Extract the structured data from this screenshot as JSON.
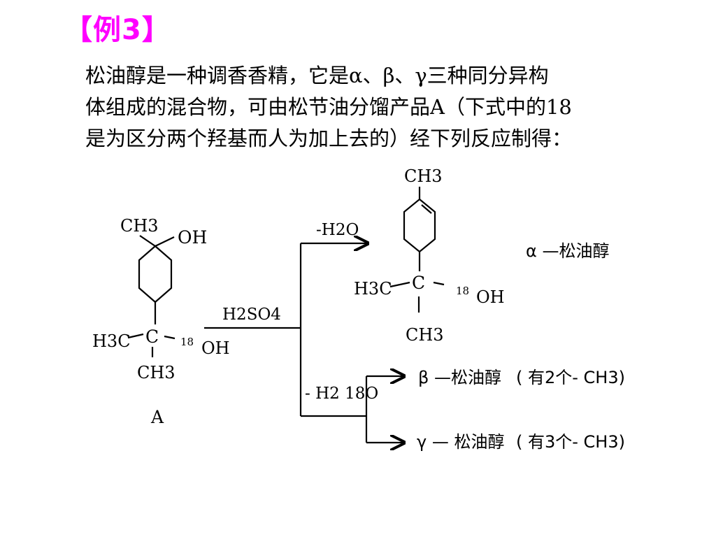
{
  "title": "【例3】",
  "paragraph": {
    "lines": [
      "松油醇是一种调香香精，它是α、β、γ三种同分异构",
      "体组成的混合物，可由松节油分馏产品A（下式中的18",
      "是为区分两个羟基而人为加上去的）经下列反应制得："
    ]
  },
  "scheme": {
    "compound_a": {
      "ch3_top": "CH3",
      "oh_top": "OH",
      "h3c": "H3C",
      "c": "C",
      "o18": "18",
      "oh": "OH",
      "ch3_bottom": "CH3",
      "label": "A"
    },
    "reagent_main": {
      "formula": "H2SO4"
    },
    "reagent_alpha": {
      "text": "-H2O"
    },
    "reagent_beta_gamma": {
      "text": "- H2 18O"
    },
    "alpha": {
      "ch3_top": "CH3",
      "h3c": "H3C",
      "c": "C",
      "o18": "18",
      "oh": "OH",
      "ch3_bottom": "CH3",
      "name": "α —松油醇"
    },
    "beta": {
      "name": "β —松油醇",
      "note": "( 有2个- CH3)"
    },
    "gamma": {
      "name": "γ — 松油醇",
      "note": "( 有3个- CH3)"
    }
  }
}
